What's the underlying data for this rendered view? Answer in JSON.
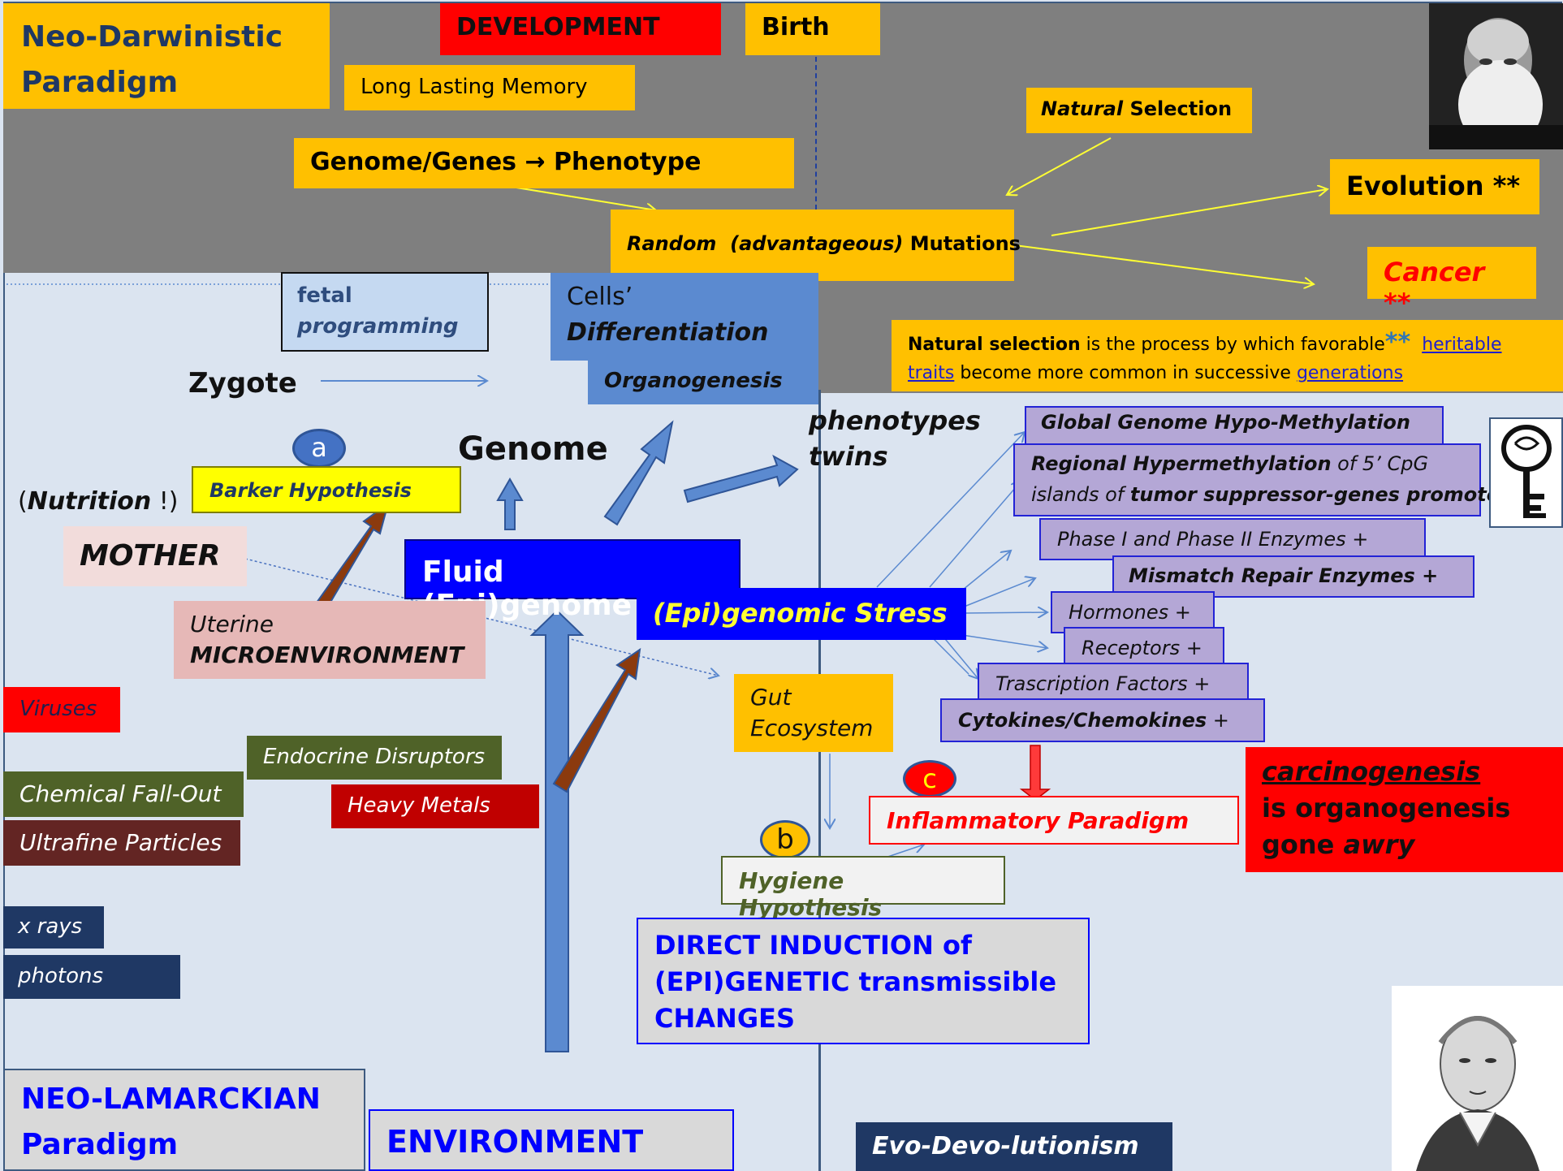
{
  "paradigms": {
    "neo_darwinistic": "Neo-Darwinistic Paradigm",
    "neo_lamarckian": "NEO-LAMARCKIAN Paradigm",
    "evo_devo": "Evo-Devo-lutionism"
  },
  "top": {
    "development": "DEVELOPMENT",
    "birth": "Birth",
    "long_lasting_memory": "Long Lasting Memory",
    "genome_phenotype": "Genome/Genes → Phenotype",
    "natural_selection_label": "Natural",
    "natural_selection_rest": " Selection",
    "random_mut_1": "Random",
    "random_mut_2": "(advantageous)",
    "random_mut_3": " Mutations",
    "evolution": "Evolution **",
    "cancer": "Cancer **",
    "definition_bold": "Natural selection",
    "definition_1": " is the process  by which favorable",
    "definition_stars": "**",
    "definition_link1": "heritable traits",
    "definition_2": "  become more common in successive ",
    "definition_link2": "generations"
  },
  "left": {
    "fetal_programming_1": "fetal",
    "fetal_programming_2": "programming",
    "cells_1": "Cells’",
    "cells_2": "Differentiation",
    "organogenesis": "Organogenesis",
    "zygote": "Zygote",
    "label_a": "a",
    "genome": "Genome",
    "nutrition_1": "(",
    "nutrition_2": "Nutrition",
    "nutrition_3": " !)",
    "barker": "Barker Hypothesis",
    "mother": "MOTHER",
    "fluid_epigenome": "Fluid (Epi)genome",
    "uterine_1": "Uterine",
    "uterine_2": "MICROENVIRONMENT",
    "phenotypes_1": "phenotypes",
    "phenotypes_2": "twins",
    "epigenomic_stress": "(Epi)genomic Stress",
    "gut_1": "Gut",
    "gut_2": "Ecosystem"
  },
  "environment_factors": {
    "viruses": "Viruses",
    "endocrine": "Endocrine Disruptors",
    "chemical": "Chemical Fall-Out",
    "heavy_metals": "Heavy Metals",
    "ultrafine": "Ultrafine Particles",
    "xrays": "x rays",
    "photons": "photons",
    "environment": "ENVIRONMENT"
  },
  "right": {
    "hypo": "Global Genome Hypo-Methylation",
    "hyper_1": "Regional Hypermethylation",
    "hyper_2": " of 5’ CpG",
    "hyper_3": "islands of ",
    "hyper_4": "tumor suppressor-genes promoters",
    "phase": "Phase I and Phase II Enzymes  +",
    "mismatch": "Mismatch Repair Enzymes  +",
    "hormones": "Hormones +",
    "receptors": "Receptors +",
    "tf": "Trascription Factors +",
    "cytokines_1": "Cytokines/Chemokines",
    "cytokines_2": "  +",
    "label_c": "c",
    "inflammatory": "Inflammatory Paradigm",
    "carcino_1": "carcinogenesis",
    "carcino_2": "is organogenesis",
    "carcino_3": "gone ",
    "carcino_4": "awry",
    "label_b": "b",
    "hygiene": "Hygiene Hypothesis",
    "direct_1": "DIRECT INDUCTION of",
    "direct_2": "(EPI)GENETIC transmissible",
    "direct_3": "CHANGES"
  },
  "colors": {
    "gray_band": "#7f7f7f",
    "yellow": "#ffc000",
    "blue": "#0000ff",
    "red": "#ff0000",
    "lavender": "#b4a7d6"
  }
}
